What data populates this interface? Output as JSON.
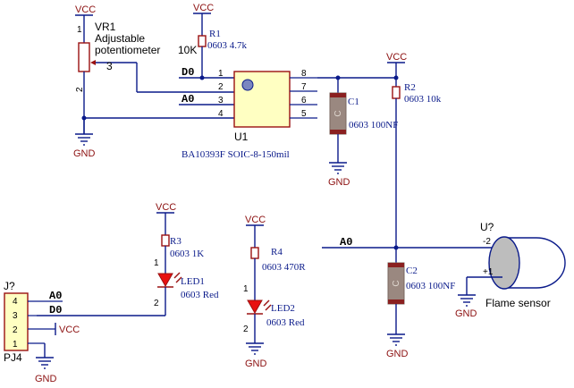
{
  "nets": {
    "vcc": "VCC",
    "gnd": "GND",
    "d0": "D0",
    "a0": "A0"
  },
  "vr1": {
    "ref": "VR1",
    "desc_line1": "Adjustable",
    "desc_line2": "potentiometer",
    "value": "10K",
    "pin1": "1",
    "pin2": "2",
    "pin3": "3"
  },
  "r1": {
    "ref": "R1",
    "value": "0603 4.7k"
  },
  "r2": {
    "ref": "R2",
    "value": "0603 10k"
  },
  "r3": {
    "ref": "R3",
    "value": "0603 1K"
  },
  "r4": {
    "ref": "R4",
    "value": "0603 470R"
  },
  "u1": {
    "ref": "U1",
    "part": "BA10393F SOIC-8-150mil",
    "pins_left": [
      "1",
      "2",
      "3",
      "4"
    ],
    "pins_right": [
      "8",
      "7",
      "6",
      "5"
    ]
  },
  "c1": {
    "ref": "C1",
    "value": "0603 100NF",
    "body": "C"
  },
  "c2": {
    "ref": "C2",
    "value": "0603 100NF",
    "body": "C"
  },
  "led1": {
    "ref": "LED1",
    "value": "0603 Red",
    "pin1": "1",
    "pin2": "2"
  },
  "led2": {
    "ref": "LED2",
    "value": "0603 Red",
    "pin1": "1",
    "pin2": "2"
  },
  "pj4": {
    "ref_top": "J?",
    "ref_bottom": "PJ4",
    "pins": [
      "4",
      "3",
      "2",
      "1"
    ]
  },
  "sensor": {
    "ref": "U?",
    "name": "Flame sensor",
    "pin_top": "-2",
    "pin_bottom": "+1"
  },
  "colors": {
    "wire": "#0a1a8a",
    "component": "#9a1010",
    "capacitor": "#9a8880"
  }
}
